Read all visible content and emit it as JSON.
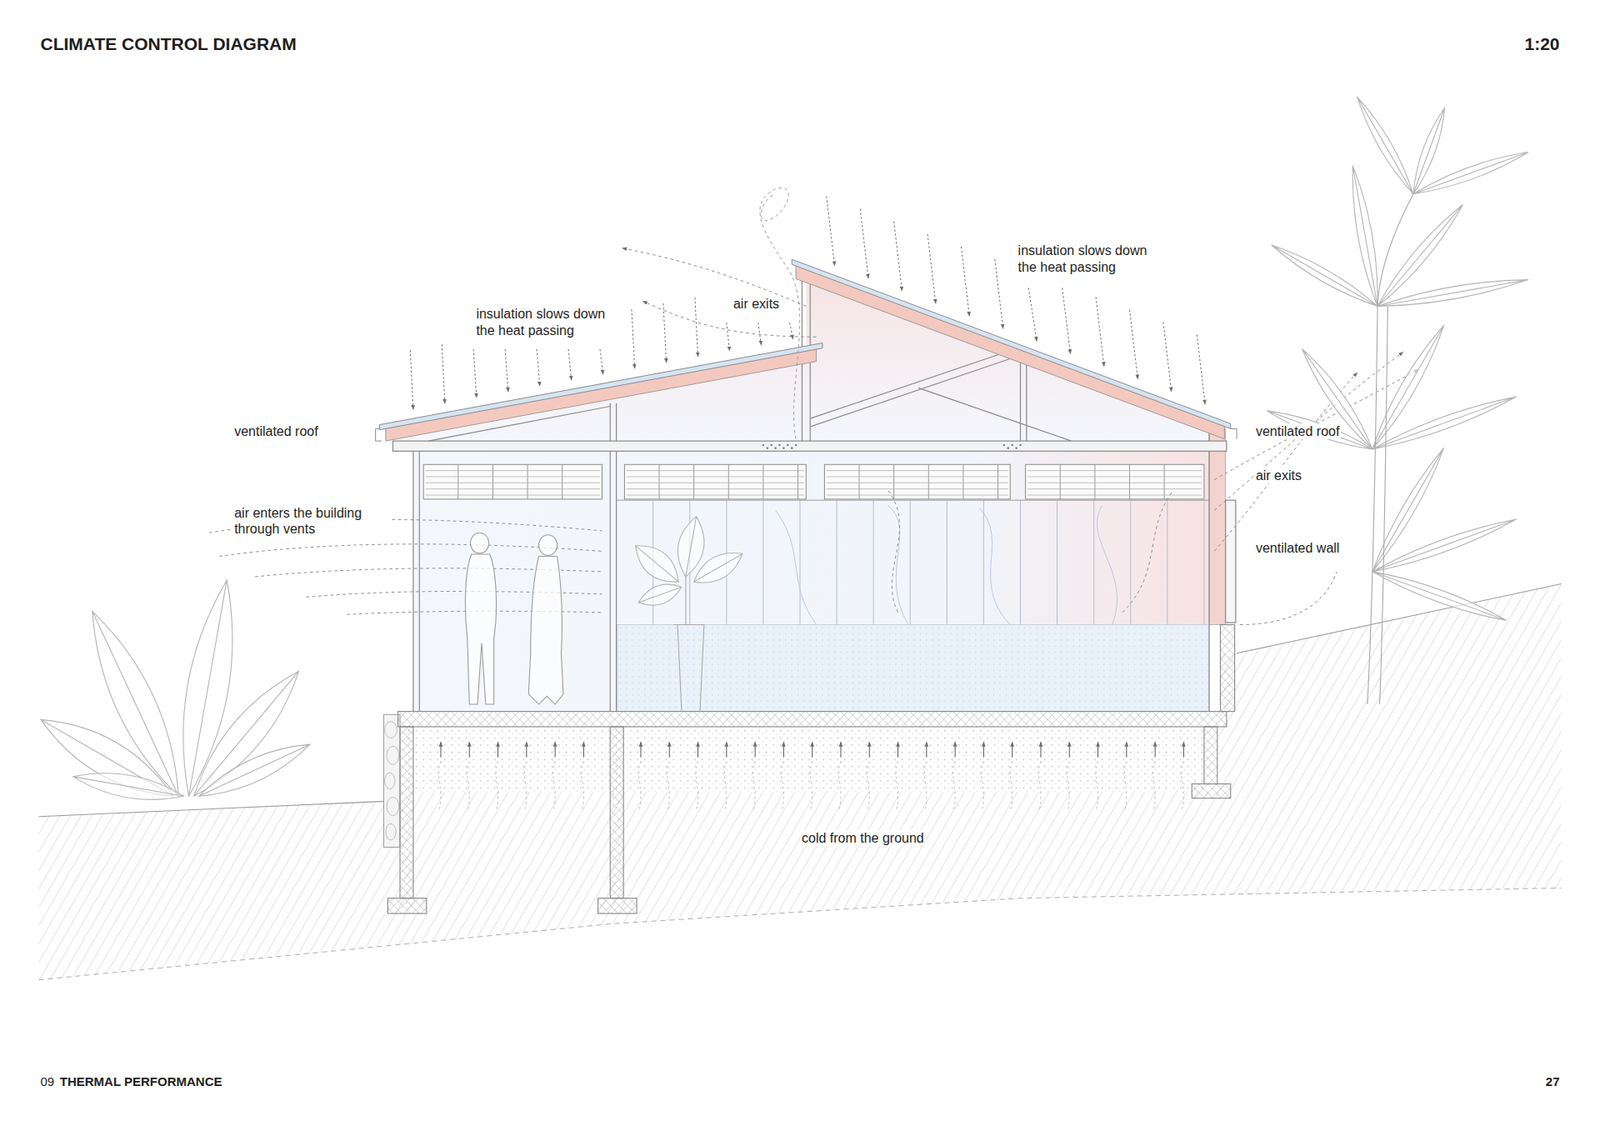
{
  "diagram": {
    "title": "CLIMATE CONTROL DIAGRAM",
    "labels": [
      "1:20",
      "insulation slows down the heat passing",
      "air exits",
      "insulation slows down the heat passing",
      "ventilated roof",
      "air enters the building through vents",
      "ventilated roof",
      "air exits",
      "ventilated wall",
      "cold from the ground",
      "09",
      "THERMAL PERFORMANCE",
      "27"
    ]
  }
}
